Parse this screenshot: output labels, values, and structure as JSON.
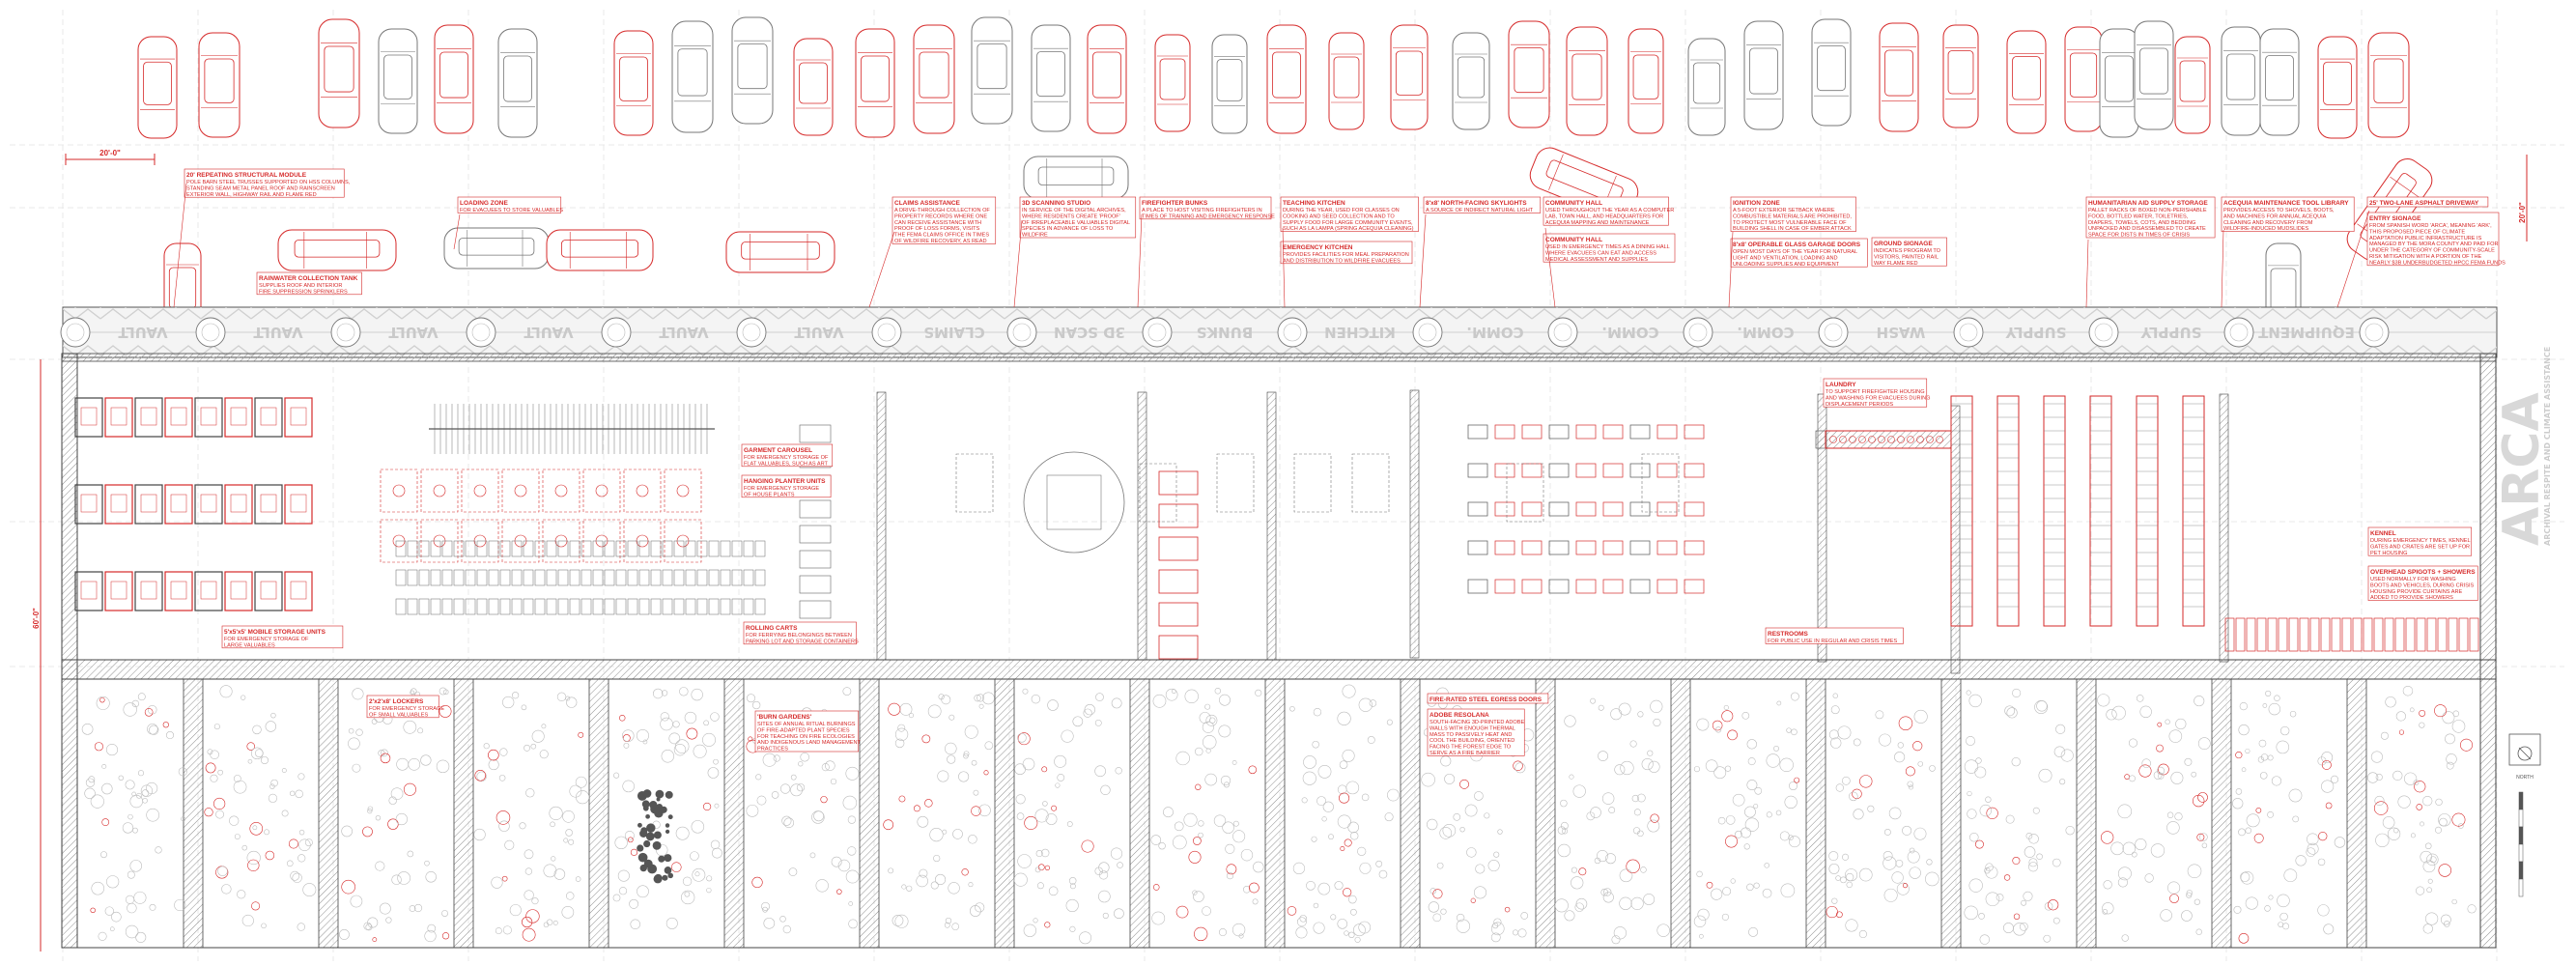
{
  "dimensions": {
    "module_width": "20'-0\"",
    "depth": "60'-0\"",
    "side_depth": "20'-0\""
  },
  "brand": {
    "name": "ARCA",
    "subtitle": "ARCHIVAL RESPITE AND CLIMATE ASSISTANCE"
  },
  "north_label": "NORTH",
  "vault_labels": [
    "VAULT",
    "VAULT",
    "VAULT",
    "VAULT",
    "VAULT",
    "VAULT",
    "CLAIMS",
    "3D SCAN",
    "BUNKS",
    "KITCHEN",
    "COMM.",
    "COMM.",
    "COMM.",
    "WASH",
    "SUPPLY",
    "SUPPLY",
    "EQUIPMENT"
  ],
  "annotations_top": [
    {
      "title": "20' REPEATING STRUCTURAL MODULE",
      "body": [
        "POLE BARN STEEL TRUSSES SUPPORTED ON HSS COLUMNS,",
        "STANDING SEAM METAL PANEL ROOF AND RAINSCREEN",
        "EXTERIOR WALL, HIGHWAY RAIL AND FLAME RED"
      ]
    },
    {
      "title": "LOADING ZONE",
      "body": [
        "FOR EVACUEES TO STORE VALUABLES"
      ]
    },
    {
      "title": "RAINWATER COLLECTION TANK",
      "body": [
        "SUPPLIES ROOF AND INTERIOR",
        "FIRE SUPPRESSION SPRINKLERS"
      ]
    },
    {
      "title": "CLAIMS ASSISTANCE",
      "body": [
        "A DRIVE-THROUGH COLLECTION OF",
        "PROPERTY RECORDS WHERE ONE",
        "CAN RECEIVE ASSISTANCE WITH",
        "PROOF OF LOSS FORMS, VISITS",
        "THE FEMA CLAIMS OFFICE IN TIMES",
        "OF WILDFIRE RECOVERY, AS READ"
      ]
    },
    {
      "title": "3D SCANNING STUDIO",
      "body": [
        "IN SERVICE OF THE DIGITAL ARCHIVES,",
        "WHERE RESIDENTS CREATE 'PROOF'",
        "OF IRREPLACEABLE VALUABLES DIGITAL",
        "SPECIES IN ADVANCE OF LOSS TO",
        "WILDFIRE"
      ]
    },
    {
      "title": "FIREFIGHTER BUNKS",
      "body": [
        "A PLACE TO HOST VISITING FIREFIGHTERS IN",
        "TIMES OF TRAINING AND EMERGENCY RESPONSE"
      ]
    },
    {
      "title": "TEACHING KITCHEN",
      "body": [
        "DURING THE YEAR, USED FOR CLASSES ON",
        "COOKING AND SEED COLLECTION AND TO",
        "SUPPLY FOOD FOR LARGE COMMUNITY EVENTS,",
        "SUCH AS LA LAMPA (SPRING ACEQUIA CLEANING)"
      ]
    },
    {
      "title": "EMERGENCY KITCHEN",
      "body": [
        "PROVIDES FACILITIES FOR MEAL PREPARATION",
        "AND DISTRIBUTION TO WILDFIRE EVACUEES"
      ]
    },
    {
      "title": "8'x8' NORTH-FACING SKYLIGHTS",
      "body": [
        "A SOURCE OF INDIRECT NATURAL LIGHT"
      ]
    },
    {
      "title": "COMMUNITY HALL",
      "body": [
        "USED THROUGHOUT THE YEAR AS A COMPUTER",
        "LAB, TOWN HALL, AND HEADQUARTERS FOR",
        "ACEQUIA MAPPING AND MAINTENANCE"
      ]
    },
    {
      "title": "COMMUNITY HALL",
      "body": [
        "USED IN EMERGENCY TIMES AS A DINING HALL",
        "WHERE EVACUEES CAN EAT AND ACCESS",
        "MEDICAL ASSESSMENT AND SUPPLIES"
      ]
    },
    {
      "title": "IGNITION ZONE",
      "body": [
        "A 5-FOOT EXTERIOR SETBACK WHERE",
        "COMBUSTIBLE MATERIALS ARE PROHIBITED,",
        "TO PROTECT MOST VULNERABLE FACE OF",
        "BUILDING SHELL IN CASE OF EMBER ATTACK"
      ]
    },
    {
      "title": "8'x8' OPERABLE GLASS GARAGE DOORS",
      "body": [
        "OPEN MOST DAYS OF THE YEAR FOR NATURAL",
        "LIGHT AND VENTILATION, LOADING AND",
        "UNLOADING SUPPLIES AND EQUIPMENT"
      ]
    },
    {
      "title": "GROUND SIGNAGE",
      "body": [
        "INDICATES PROGRAM TO",
        "VISITORS, PAINTED RAIL",
        "WAY FLAME RED"
      ]
    },
    {
      "title": "HUMANITARIAN AID SUPPLY STORAGE",
      "body": [
        "PALLET RACKS OF BOXED NON-PERISHABLE",
        "FOOD, BOTTLED WATER, TOILETRIES,",
        "DIAPERS, TOWELS, COTS, AND BEDDING",
        "UNPACKED AND DISASSEMBLED TO CREATE",
        "SPACE FOR DISTS IN TIMES OF CRISIS"
      ]
    },
    {
      "title": "ACEQUIA MAINTENANCE TOOL LIBRARY",
      "body": [
        "PROVIDES ACCESS TO SHOVELS, BOOTS,",
        "AND MACHINES FOR ANNUAL ACEQUIA",
        "CLEANING AND RECOVERY FROM",
        "WILDFIRE-INDUCED MUDSLIDES"
      ]
    },
    {
      "title": "25' TWO-LANE ASPHALT DRIVEWAY",
      "body": []
    },
    {
      "title": "ENTRY SIGNAGE",
      "body": [
        "FROM SPANISH WORD 'ARCA', MEANING 'ARK',",
        "THIS PROPOSED PIECE OF CLIMATE",
        "ADAPTATION PUBLIC INFRASTRUCTURE IS",
        "MANAGED BY THE MORA COUNTY AND PAID FOR",
        "UNDER THE CATEGORY OF COMMUNITY-SCALE",
        "RISK MITIGATION WITH A PORTION OF THE",
        "NEARLY $3B UNDERBUDGETED HPCC FEMA FUNDS"
      ]
    }
  ],
  "annotations_mid": [
    {
      "title": "GARMENT CAROUSEL",
      "body": [
        "FOR EMERGENCY STORAGE OF",
        "FLAT VALUABLES, SUCH AS ART"
      ]
    },
    {
      "title": "HANGING PLANTER UNITS",
      "body": [
        "FOR EMERGENCY STORAGE",
        "OF HOUSE PLANTS"
      ]
    },
    {
      "title": "LAUNDRY",
      "body": [
        "TO SUPPORT FIREFIGHTER HOUSING",
        "AND WASHING FOR EVACUEES DURING",
        "DISPLACEMENT PERIODS"
      ]
    },
    {
      "title": "KENNEL",
      "body": [
        "DURING EMERGENCY TIMES, KENNEL",
        "GATES AND CRATES ARE SET UP FOR",
        "PET HOUSING"
      ]
    },
    {
      "title": "OVERHEAD SPIGOTS + SHOWERS",
      "body": [
        "USED NORMALLY FOR WASHING",
        "BOOTS AND VEHICLES, DURING CRISIS",
        "HOUSING PROVIDE CURTAINS ARE",
        "ADDED TO PROVIDE SHOWERS"
      ]
    },
    {
      "title": "5'x5'x5' MOBILE STORAGE UNITS",
      "body": [
        "FOR EMERGENCY STORAGE OF",
        "LARGE VALUABLES"
      ]
    },
    {
      "title": "ROLLING CARTS",
      "body": [
        "FOR FERRYING BELONGINGS BETWEEN",
        "PARKING LOT AND STORAGE CONTAINERS"
      ]
    },
    {
      "title": "RESTROOMS",
      "body": [
        "FOR PUBLIC USE IN REGULAR AND CRISIS TIMES"
      ]
    }
  ],
  "annotations_bottom": [
    {
      "title": "2'x2'x8' LOCKERS",
      "body": [
        "FOR EMERGENCY STORAGE",
        "OF SMALL VALUABLES"
      ]
    },
    {
      "title": "'BURN GARDENS'",
      "body": [
        "SITES OF ANNUAL RITUAL BURNINGS",
        "OF FIRE-ADAPTED PLANT SPECIES",
        "FOR TEACHING ON FIRE ECOLOGIES",
        "AND INDIGENOUS LAND MANAGEMENT",
        "PRACTICES"
      ]
    },
    {
      "title": "FIRE-RATED STEEL EGRESS DOORS",
      "body": []
    },
    {
      "title": "ADOBE RESOLANA",
      "body": [
        "SOUTH-FACING 3D-PRINTED ADOBE",
        "WALLS WITH ENOUGH THERMAL",
        "MASS TO PASSIVELY HEAT AND",
        "COOL THE BUILDING, ORIENTED",
        "FACING THE FOREST EDGE TO",
        "SERVE AS A FIRE BARRIER"
      ]
    }
  ],
  "colors": {
    "red": "#d62a2a",
    "line": "#555555",
    "light": "#b5b5b5",
    "hatch": "#999999"
  }
}
